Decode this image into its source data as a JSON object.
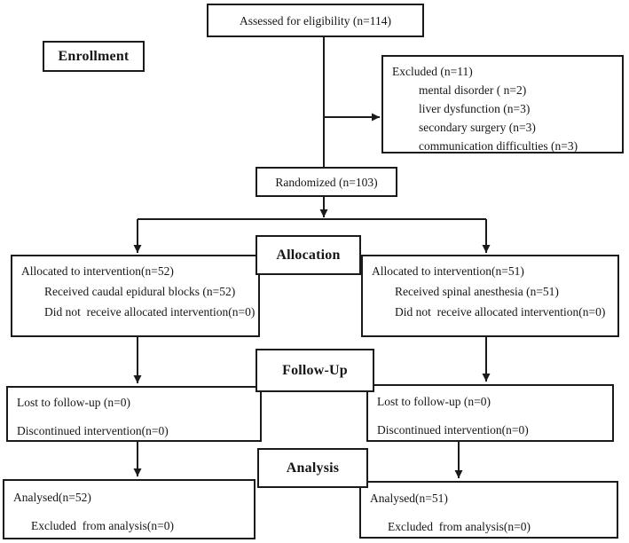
{
  "flow": {
    "assessed": "Assessed for eligibility (n=114)",
    "stage_labels": {
      "enrollment": "Enrollment",
      "allocation": "Allocation",
      "followup": "Follow-Up",
      "analysis": "Analysis"
    },
    "excluded": {
      "title": "Excluded (n=11)",
      "reasons": [
        "mental disorder ( n=2)",
        "liver dysfunction (n=3)",
        "secondary surgery (n=3)",
        "communication difficulties (n=3)"
      ]
    },
    "randomized": "Randomized (n=103)",
    "alloc_left": {
      "line1": "Allocated to intervention(n=52)",
      "line2": "Received caudal epidural blocks (n=52)",
      "line3": "Did not  receive allocated intervention(n=0)"
    },
    "alloc_right": {
      "line1": "Allocated to intervention(n=51)",
      "line2": "Received spinal anesthesia (n=51)",
      "line3": "Did not  receive allocated intervention(n=0)"
    },
    "fu_left": {
      "line1": "Lost to follow-up (n=0)",
      "line2": "Discontinued intervention(n=0)"
    },
    "fu_right": {
      "line1": "Lost to follow-up (n=0)",
      "line2": "Discontinued intervention(n=0)"
    },
    "an_left": {
      "line1": "Analysed(n=52)",
      "line2": "Excluded  from analysis(n=0)"
    },
    "an_right": {
      "line1": "Analysed(n=51)",
      "line2": "Excluded  from analysis(n=0)"
    }
  },
  "colors": {
    "line": "#1a1a1a",
    "box_border": "#1a1a1a",
    "text": "#161616",
    "background": "#ffffff"
  }
}
